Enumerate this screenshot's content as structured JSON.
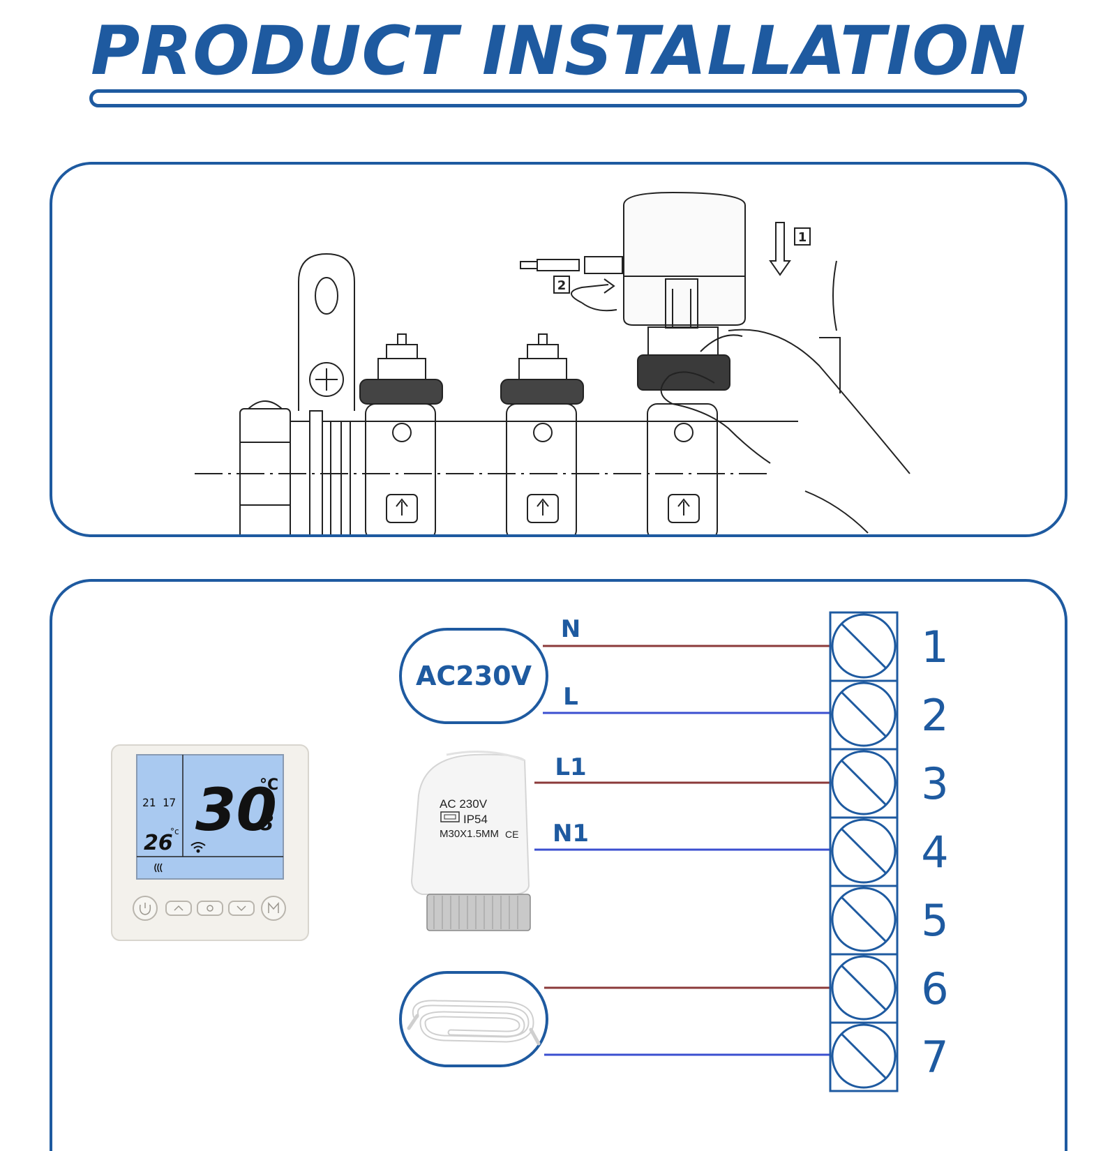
{
  "title": "PRODUCT INSTALLATION",
  "installation": {
    "step1": "1",
    "step2": "2"
  },
  "wiring": {
    "power_label": "AC230V",
    "wires": [
      {
        "label": "N",
        "terminal": "1",
        "color": "#8b3a3a"
      },
      {
        "label": "L",
        "terminal": "2",
        "color": "#3b4fd0"
      },
      {
        "label": "L1",
        "terminal": "3",
        "color": "#8b3a3a"
      },
      {
        "label": "N1",
        "terminal": "4",
        "color": "#3b4fd0"
      },
      {
        "label": "",
        "terminal": "6",
        "color": "#8b3a3a"
      },
      {
        "label": "",
        "terminal": "7",
        "color": "#3b4fd0"
      }
    ],
    "terminals": [
      "1",
      "2",
      "3",
      "4",
      "5",
      "6",
      "7"
    ]
  },
  "actuator": {
    "line1": "AC 230V",
    "line2": "IP54",
    "line3": "M30X1.5MM",
    "mark": "CE"
  },
  "thermostat": {
    "temperature": "30",
    "temperature_decimal": ".8",
    "unit": "°C",
    "time": "21 17",
    "set_temperature": "26",
    "set_unit": "°c"
  },
  "colors": {
    "brand_blue": "#1e5aa0",
    "wire_brown": "#8b3a3a",
    "wire_blue": "#3b4fd0",
    "lcd": "#a9c9f0"
  }
}
